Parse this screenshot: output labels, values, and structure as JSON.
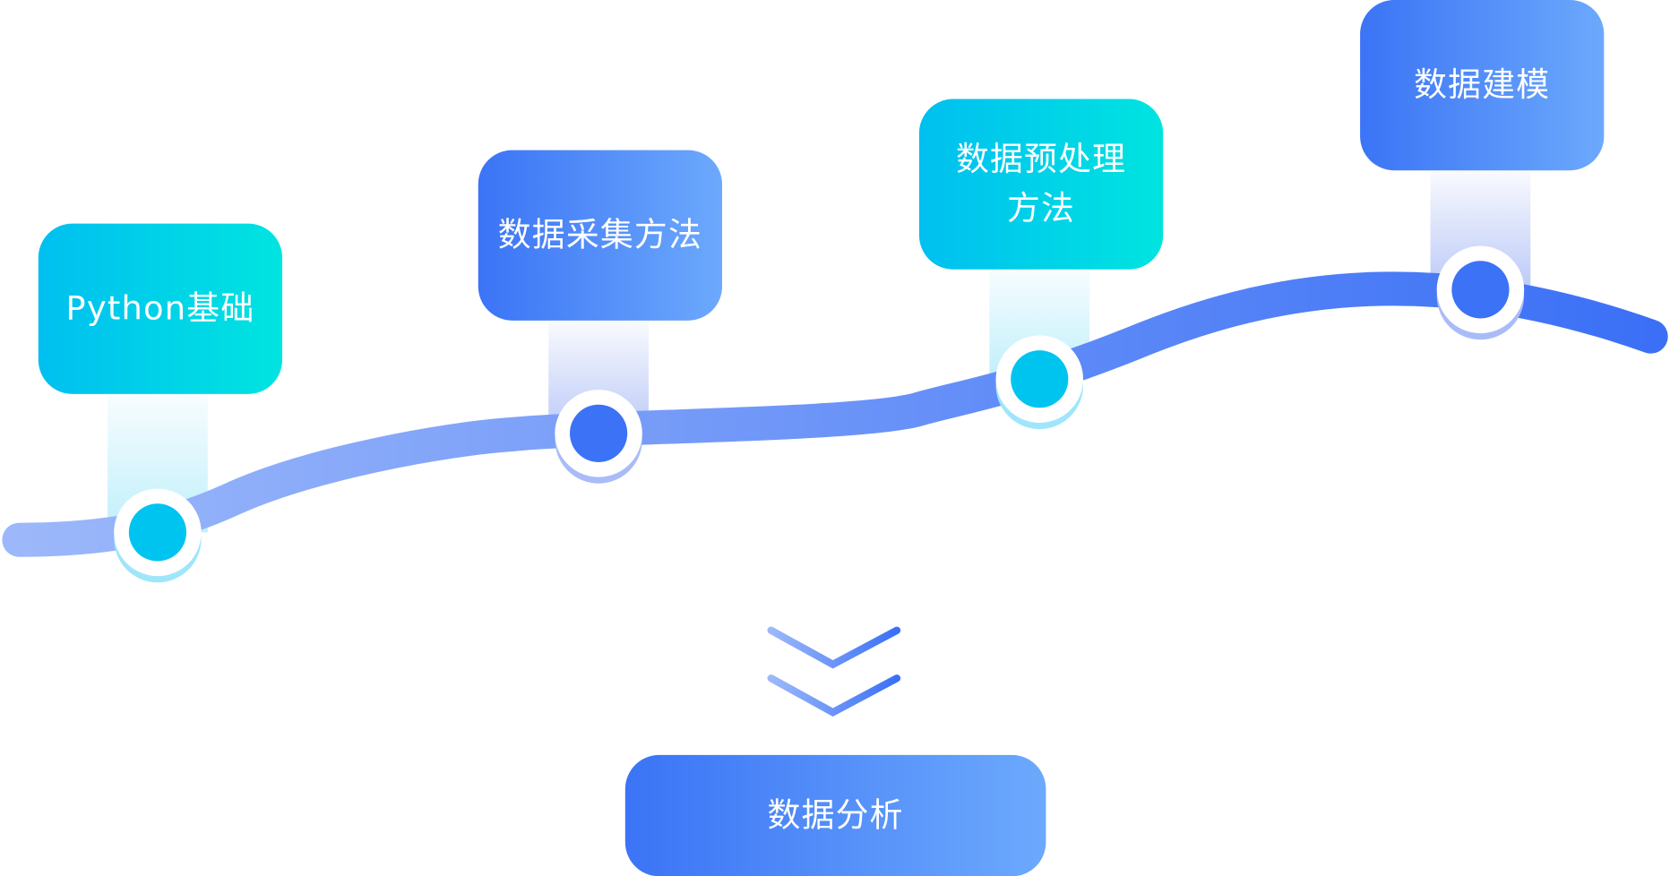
{
  "steps": [
    {
      "label": "Python基础",
      "style": "cyan"
    },
    {
      "label": "数据采集方法",
      "style": "blue"
    },
    {
      "label": "数据预处理方法",
      "style": "cyan"
    },
    {
      "label": "数据建模",
      "style": "blue"
    }
  ],
  "result": {
    "label": "数据分析"
  },
  "colors": {
    "cyan": "#00c4f0",
    "blue": "#3b74f6",
    "curve_start": "#9cb8fa",
    "curve_end": "#3b70f6"
  }
}
